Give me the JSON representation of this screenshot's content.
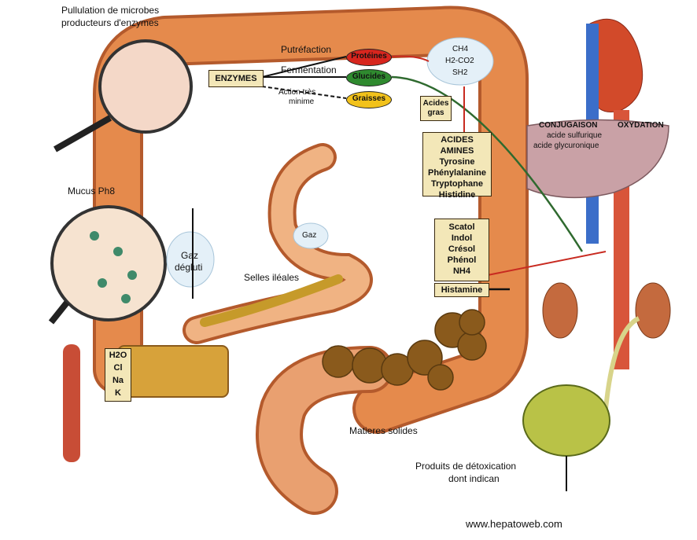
{
  "labels": {
    "pullulation": "Pullulation de microbes",
    "producteurs": "producteurs d'enzymes",
    "enzymes": "ENZYMES",
    "putrefaction": "Putréfaction",
    "fermentation": "Fermentation",
    "action1": "Action très",
    "action2": "minime",
    "proteines": "Protéines",
    "glucides": "Glucides",
    "graisses": "Graisses",
    "acides_gras_1": "Acides",
    "acides_gras_2": "gras",
    "gas1": "CH4",
    "gas2": "H2-CO2",
    "gas3": "SH2",
    "mucus": "Mucus Ph8",
    "gaz": "Gaz",
    "gaz_degluti_1": "Gaz",
    "gaz_degluti_2": "dégluti",
    "selles": "Selles iléales",
    "h2o": "H2O",
    "cl": "Cl",
    "na": "Na",
    "k": "K",
    "acides_amines": [
      "ACIDES AMINES",
      "Tyrosine",
      "Phénylalanine",
      "Tryptophane",
      "Histidine"
    ],
    "products": [
      "Scatol",
      "Indol",
      "Crésol",
      "Phénol",
      "NH4"
    ],
    "histamine": "Histamine",
    "conjugaison": "CONJUGAISON",
    "oxydation": "OXYDATION",
    "acide_sulfurique": "acide sulfurique",
    "acide_glycuronique": "acide glycuronique",
    "matieres": "Matieres solides",
    "produits1": "Produits de détoxication",
    "produits2": "dont indican",
    "watermark": "www.hepatoweb.com"
  },
  "colors": {
    "colon": "#e58a4c",
    "colon_inner": "#f4b07a",
    "proteines": "#d7261e",
    "glucides": "#2f8a2f",
    "graisses": "#f2c21b",
    "liver": "#c9a1a6",
    "bladder": "#b9c247",
    "stool": "#8a5a1c"
  }
}
